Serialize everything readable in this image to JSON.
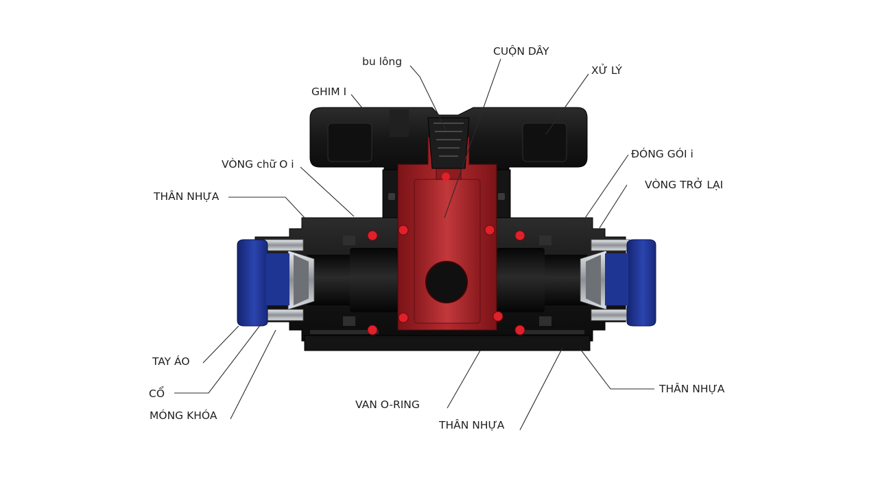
{
  "labels": {
    "bolt": "bu lông",
    "stem": "CUỘN DÂY",
    "handle": "XỬ LÝ",
    "pin": "GHIM I",
    "o_ring_top": "VÒNG chữ O i",
    "packing": "ĐÓNG GÓI i",
    "plastic_body_top_left": "THÂN NHỰA",
    "return_ring": "VÒNG TRỞ LẠI",
    "sleeve": "TAY ÁO",
    "collar": "CỔ",
    "lock_claw": "MÓNG KHÓA",
    "valve_o_ring": "VAN O-RING",
    "plastic_body_bottom": "THÂN NHỰA",
    "plastic_body_right": "THÂN NHỰA"
  },
  "colors": {
    "body_black": "#1a1a1a",
    "stem_red": "#a3262a",
    "o_ring_red": "#e0202a",
    "sleeve_blue": "#233a9c",
    "steel": "#b9bcc0"
  }
}
